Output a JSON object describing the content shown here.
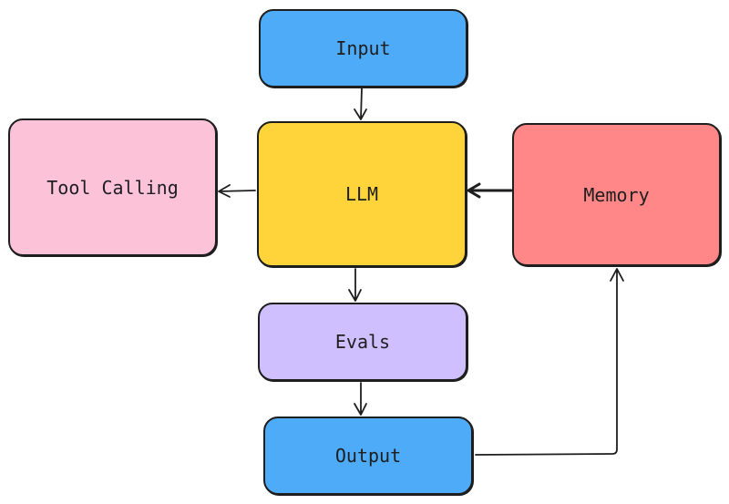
{
  "diagram": {
    "nodes": {
      "input": {
        "label": "Input",
        "color": "#4dabf7"
      },
      "llm": {
        "label": "LLM",
        "color": "#ffd43b"
      },
      "tool_calling": {
        "label": "Tool Calling",
        "color": "#fcc2d7"
      },
      "memory": {
        "label": "Memory",
        "color": "#ff8787"
      },
      "evals": {
        "label": "Evals",
        "color": "#d0bfff"
      },
      "output": {
        "label": "Output",
        "color": "#4dabf7"
      }
    },
    "edges": [
      {
        "from": "input",
        "to": "llm"
      },
      {
        "from": "llm",
        "to": "tool_calling"
      },
      {
        "from": "memory",
        "to": "llm"
      },
      {
        "from": "llm",
        "to": "evals"
      },
      {
        "from": "evals",
        "to": "output"
      },
      {
        "from": "output",
        "to": "memory"
      }
    ],
    "stroke_color": "#1e1e1e"
  }
}
